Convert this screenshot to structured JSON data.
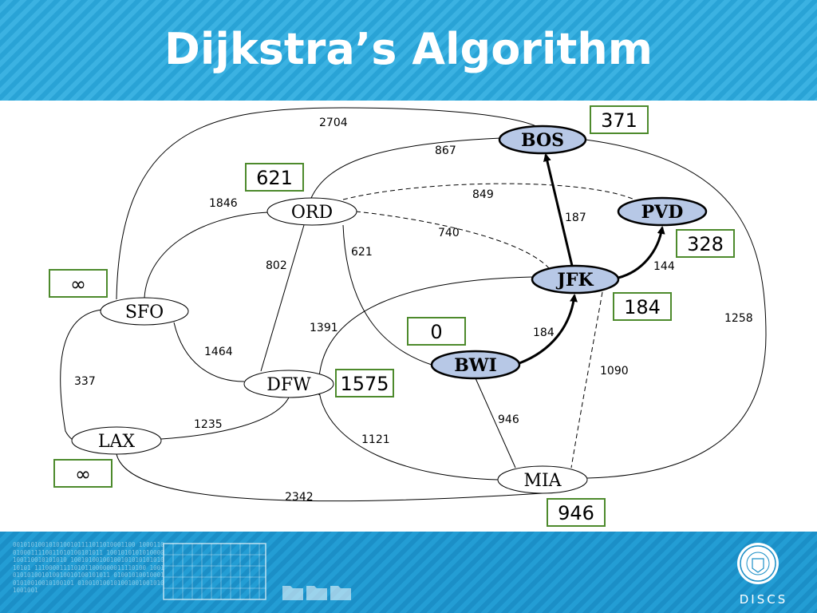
{
  "slide": {
    "title": "Dijkstra’s Algorithm",
    "footer_logo_text": "DISCS",
    "footer_binary": "0010101001010100101111011010001100 10001100100011110011010100101011 1001010101010000100110010101010 1001010010010010101010101010101 1110000111101011000000011110100 1001010101001010010010100101011 0100101001000101010010010100101 0100101001010010010010101001001"
  },
  "graph": {
    "colors": {
      "highlight_fill": "#b7c8e6",
      "node_fill": "#ffffff",
      "box_fill": "#ffffff",
      "box_border": "#4d8a2c"
    },
    "nodes": [
      {
        "id": "BOS",
        "label": "BOS",
        "highlighted": true
      },
      {
        "id": "PVD",
        "label": "PVD",
        "highlighted": true
      },
      {
        "id": "ORD",
        "label": "ORD",
        "highlighted": false
      },
      {
        "id": "JFK",
        "label": "JFK",
        "highlighted": true
      },
      {
        "id": "SFO",
        "label": "SFO",
        "highlighted": false
      },
      {
        "id": "BWI",
        "label": "BWI",
        "highlighted": true
      },
      {
        "id": "DFW",
        "label": "DFW",
        "highlighted": false
      },
      {
        "id": "LAX",
        "label": "LAX",
        "highlighted": false
      },
      {
        "id": "MIA",
        "label": "MIA",
        "highlighted": false
      }
    ],
    "edges": [
      {
        "from": "SFO",
        "to": "BOS",
        "weight": "2704",
        "style": "solid"
      },
      {
        "from": "ORD",
        "to": "BOS",
        "weight": "867",
        "style": "solid"
      },
      {
        "from": "ORD",
        "to": "PVD",
        "weight": "849",
        "style": "dashed"
      },
      {
        "from": "SFO",
        "to": "ORD",
        "weight": "1846",
        "style": "solid"
      },
      {
        "from": "JFK",
        "to": "BOS",
        "weight": "187",
        "style": "path"
      },
      {
        "from": "ORD",
        "to": "JFK",
        "weight": "740",
        "style": "dashed"
      },
      {
        "from": "ORD",
        "to": "BWI",
        "weight": "621",
        "style": "solid"
      },
      {
        "from": "ORD",
        "to": "DFW",
        "weight": "802",
        "style": "solid"
      },
      {
        "from": "JFK",
        "to": "PVD",
        "weight": "144",
        "style": "path"
      },
      {
        "from": "DFW",
        "to": "JFK",
        "weight": "1391",
        "style": "solid"
      },
      {
        "from": "BOS",
        "to": "MIA",
        "weight": "1258",
        "style": "solid"
      },
      {
        "from": "BWI",
        "to": "JFK",
        "weight": "184",
        "style": "path"
      },
      {
        "from": "SFO",
        "to": "DFW",
        "weight": "1464",
        "style": "solid"
      },
      {
        "from": "JFK",
        "to": "MIA",
        "weight": "1090",
        "style": "dashed"
      },
      {
        "from": "SFO",
        "to": "LAX",
        "weight": "337",
        "style": "solid"
      },
      {
        "from": "BWI",
        "to": "MIA",
        "weight": "946",
        "style": "solid"
      },
      {
        "from": "LAX",
        "to": "DFW",
        "weight": "1235",
        "style": "solid"
      },
      {
        "from": "DFW",
        "to": "MIA",
        "weight": "1121",
        "style": "solid"
      },
      {
        "from": "LAX",
        "to": "MIA",
        "weight": "2342",
        "style": "solid"
      }
    ],
    "distances": [
      {
        "node": "BOS",
        "value": "371"
      },
      {
        "node": "ORD",
        "value": "621"
      },
      {
        "node": "PVD",
        "value": "328"
      },
      {
        "node": "SFO",
        "value": "∞"
      },
      {
        "node": "JFK",
        "value": "184"
      },
      {
        "node": "BWI",
        "value": "0"
      },
      {
        "node": "DFW",
        "value": "1575"
      },
      {
        "node": "LAX",
        "value": "∞"
      },
      {
        "node": "MIA",
        "value": "946"
      }
    ]
  }
}
